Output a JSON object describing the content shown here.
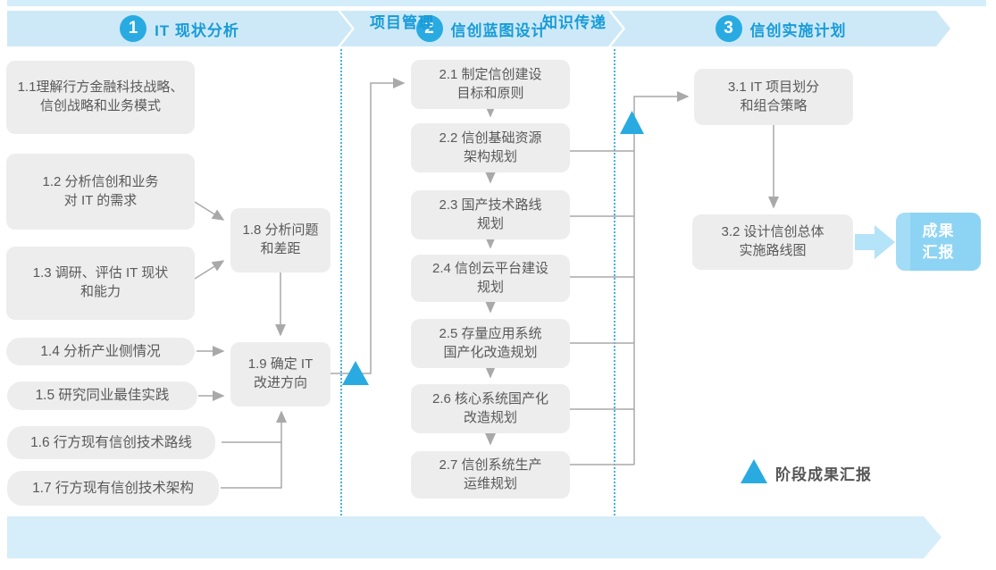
{
  "top_banners": [
    {
      "number": "1",
      "title": "IT 现状分析"
    },
    {
      "number": "2",
      "title": "信创蓝图设计"
    },
    {
      "number": "3",
      "title": "信创实施计划"
    }
  ],
  "phase1": {
    "boxes": [
      {
        "lines": [
          "1.1理解行方金融科技战略、",
          "信创战略和业务模式"
        ]
      },
      {
        "lines": [
          "1.2 分析信创和业务",
          "对 IT 的需求"
        ]
      },
      {
        "lines": [
          "1.3 调研、评估 IT 现状",
          "和能力"
        ]
      },
      {
        "lines": [
          "1.4 分析产业侧情况"
        ]
      },
      {
        "lines": [
          "1.5 研究同业最佳实践"
        ]
      },
      {
        "lines": [
          "1.6 行方现有信创技术路线"
        ]
      },
      {
        "lines": [
          "1.7 行方现有信创技术架构"
        ]
      },
      {
        "lines": [
          "1.8 分析问题",
          "和差距"
        ]
      },
      {
        "lines": [
          "1.9 确定 IT",
          "改进方向"
        ]
      }
    ]
  },
  "phase2": {
    "boxes": [
      {
        "lines": [
          "2.1 制定信创建设",
          "目标和原则"
        ]
      },
      {
        "lines": [
          "2.2 信创基础资源",
          "架构规划"
        ]
      },
      {
        "lines": [
          "2.3 国产技术路线",
          "规划"
        ]
      },
      {
        "lines": [
          "2.4 信创云平台建设",
          "规划"
        ]
      },
      {
        "lines": [
          "2.5 存量应用系统",
          "国产化改造规划"
        ]
      },
      {
        "lines": [
          "2.6 核心系统国产化",
          "改造规划"
        ]
      },
      {
        "lines": [
          "2.7 信创系统生产",
          "运维规划"
        ]
      }
    ]
  },
  "phase3": {
    "boxes": [
      {
        "lines": [
          "3.1 IT 项目划分",
          "和组合策略"
        ]
      },
      {
        "lines": [
          "3.2 设计信创总体",
          "实施路线图"
        ]
      }
    ]
  },
  "result_box": {
    "lines": [
      "成果",
      "汇报"
    ]
  },
  "legend": {
    "triangle_label": "阶段成果汇报"
  },
  "bottom_banner": {
    "items": [
      "项目管理",
      "知识传递"
    ]
  },
  "colors": {
    "accent_blue": "#29abe2",
    "banner_bg": "#cde9f7",
    "banner_text": "#189bd8",
    "box_bg": "#ededed",
    "box_text": "#595959",
    "connector_gray": "#a9a9a9",
    "result_box_bg": "#8dd4f4",
    "flow_arrow_light_blue": "#b5e3f8"
  }
}
